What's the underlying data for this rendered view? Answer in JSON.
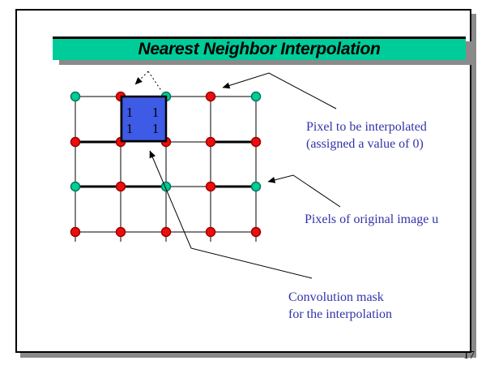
{
  "slide": {
    "title": "Nearest Neighbor Interpolation",
    "page_number": "17",
    "colors": {
      "title_bar": "#00CC99",
      "shadow": "#8A8A8A",
      "mask_fill": "#3D5BE5",
      "label_text": "#3333AA",
      "node_red": {
        "fill": "#EE0D0D",
        "stroke": "#990000"
      },
      "node_teal": {
        "fill": "#00CC99",
        "stroke": "#007755"
      }
    }
  },
  "labels": {
    "pixel_interpolated": {
      "line1": "Pixel to be interpolated",
      "line2": "(assigned a value of 0)"
    },
    "original_pixels": {
      "line1": "Pixels of original image u"
    },
    "convolution_mask": {
      "line1": "Convolution mask",
      "line2": "for the interpolation"
    }
  },
  "diagram": {
    "grid": {
      "rows": 4,
      "cols": 5,
      "node_colors": [
        [
          "teal",
          "red",
          "teal",
          "red",
          "teal"
        ],
        [
          "red",
          "red",
          "red",
          "red",
          "red"
        ],
        [
          "teal",
          "red",
          "teal",
          "red",
          "teal"
        ],
        [
          "red",
          "red",
          "red",
          "red",
          "red"
        ]
      ]
    },
    "mask": {
      "values": [
        [
          1,
          1
        ],
        [
          1,
          1
        ]
      ]
    }
  }
}
